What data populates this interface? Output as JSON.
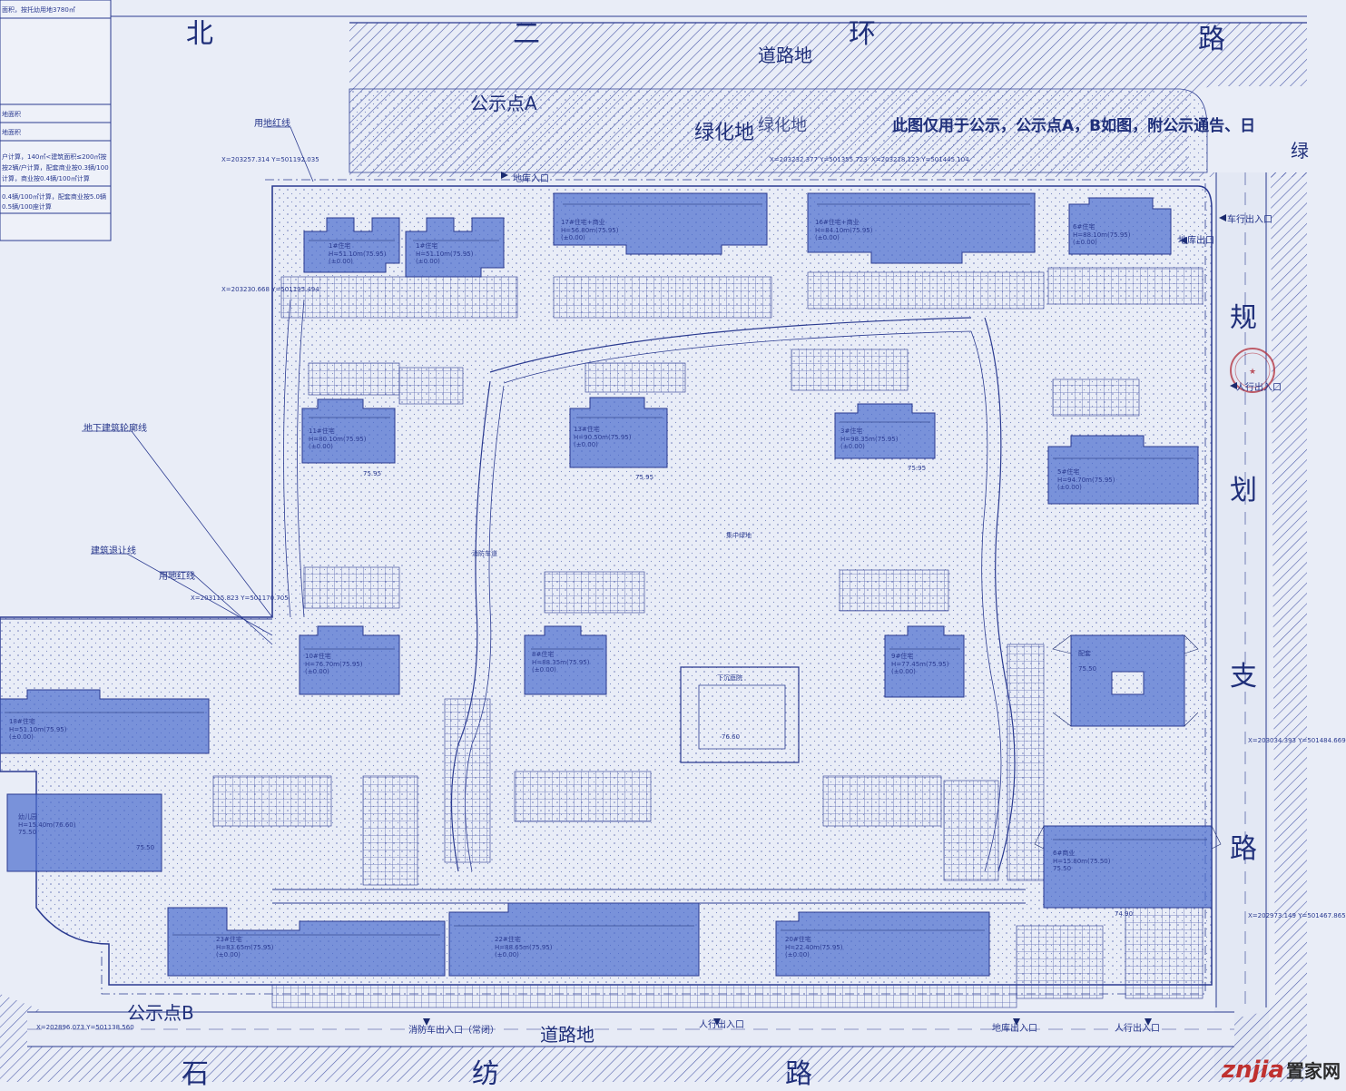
{
  "roads": {
    "north": [
      "北",
      "二",
      "环",
      "路"
    ],
    "south": [
      "石",
      "纺",
      "路"
    ],
    "east": [
      "规",
      "划",
      "支",
      "路"
    ]
  },
  "labels": {
    "road_land_north": "道路地",
    "road_land_south": "道路地",
    "green_land_main": "绿化地",
    "green_land_alt": "绿化地",
    "green_land_edge": "绿",
    "notice_point_a": "公示点A",
    "notice_point_b": "公示点B",
    "notice_text": "此图仅用于公示，公示点A，B如图，附公示通告、日",
    "red_line_1": "用地红线",
    "red_line_2": "用地红线",
    "underground_outline": "地下建筑轮廓线",
    "setback_line": "建筑退让线",
    "garage_entrance_n": "地库入口",
    "garage_exit_ne": "地库出口",
    "vehicle_gate_e": "车行出入口",
    "pedestrian_gate_e": "人行出入口",
    "fire_gate_s": "消防车出入口（常闭）",
    "pedestrian_gate_s": "人行出入口",
    "garage_gate_s": "地库出入口",
    "pedestrian_gate_se": "人行出入口",
    "central_green": "集中绿地",
    "sunken_plaza": "下沉庭院",
    "fire_lane": "消防车道"
  },
  "legend_lines": [
    "面积，按托幼用地3780㎡",
    "地面积",
    "地面积",
    "户计算，140㎡<建筑面积≤200㎡按",
    "按2辆/户计算，配套商业按0.3辆/100",
    "计算，商业按0.4辆/100㎡计算",
    "0.4辆/100㎡计算，配套商业按5.0辆",
    "0.5辆/100座计算"
  ],
  "buildings": [
    {
      "id": "b1",
      "name": "1#住宅",
      "note": "H=51.10m(75.95)",
      "elev": "(±0.00)"
    },
    {
      "id": "b2",
      "name": "1#住宅",
      "note": "H=51.10m(75.95)",
      "elev": "(±0.00)"
    },
    {
      "id": "b3",
      "name": "17#住宅+商业",
      "note": "H=56.80m(75.95)",
      "elev": "(±0.00)"
    },
    {
      "id": "b4",
      "name": "16#住宅+商业",
      "note": "H=84.10m(75.95)",
      "elev": "(±0.00)"
    },
    {
      "id": "b5",
      "name": "6#住宅",
      "note": "H=88.10m(75.95)",
      "elev": "(±0.00)"
    },
    {
      "id": "b6",
      "name": "11#住宅",
      "note": "H=80.10m(75.95)",
      "elev": "(±0.00)"
    },
    {
      "id": "b7",
      "name": "13#住宅",
      "note": "H=90.50m(75.95)",
      "elev": "(±0.00)"
    },
    {
      "id": "b8",
      "name": "3#住宅",
      "note": "H=98.35m(75.95)",
      "elev": "(±0.00)"
    },
    {
      "id": "b9",
      "name": "5#住宅",
      "note": "H=94.70m(75.95)",
      "elev": "(±0.00)"
    },
    {
      "id": "b10",
      "name": "10#住宅",
      "note": "H=76.70m(75.95)",
      "elev": "(±0.00)"
    },
    {
      "id": "b11",
      "name": "8#住宅",
      "note": "H=88.35m(75.95)",
      "elev": "(±0.00)"
    },
    {
      "id": "b12",
      "name": "9#住宅",
      "note": "H=77.45m(75.95)",
      "elev": "(±0.00)"
    },
    {
      "id": "b13",
      "name": "18#住宅",
      "note": "H=51.10m(75.95)",
      "elev": "(±0.00)"
    },
    {
      "id": "b14",
      "name": "幼儿园",
      "note": "H=15.40m(76.60)",
      "elev": "75.50"
    },
    {
      "id": "b15",
      "name": "配套",
      "note": "",
      "elev": "75.50"
    },
    {
      "id": "b16",
      "name": "23#住宅",
      "note": "H=83.65m(75.95)",
      "elev": "(±0.00)"
    },
    {
      "id": "b17",
      "name": "22#住宅",
      "note": "H=88.65m(75.95)",
      "elev": "(±0.00)"
    },
    {
      "id": "b18",
      "name": "20#住宅",
      "note": "H=22.40m(75.95)",
      "elev": "(±0.00)"
    },
    {
      "id": "b19",
      "name": "6#商业",
      "note": "H=15.80m(75.50)",
      "elev": "75.50"
    }
  ],
  "elevations": [
    "75.95",
    "75.95",
    "75.95",
    "76.60",
    "74.90",
    "75.50"
  ],
  "coordinates": [
    "X=203257.314 Y=501192.035",
    "X=203232.377 Y=501355.723",
    "X=203218.123 Y=501445.104",
    "X=203230.668 Y=501195.494",
    "X=203115.823 Y=501170.705",
    "X=203034.393 Y=501484.669",
    "X=202973.149 Y=501467.865",
    "X=202896.073 Y=501138.560"
  ],
  "watermark": {
    "brand": "znjia",
    "cn": "置家网"
  },
  "colors": {
    "background": "#e9edf7",
    "linework": "#2a3a90",
    "building": "#4d6fcf",
    "road": "#1f2f7a",
    "seal": "#b12d3a"
  }
}
